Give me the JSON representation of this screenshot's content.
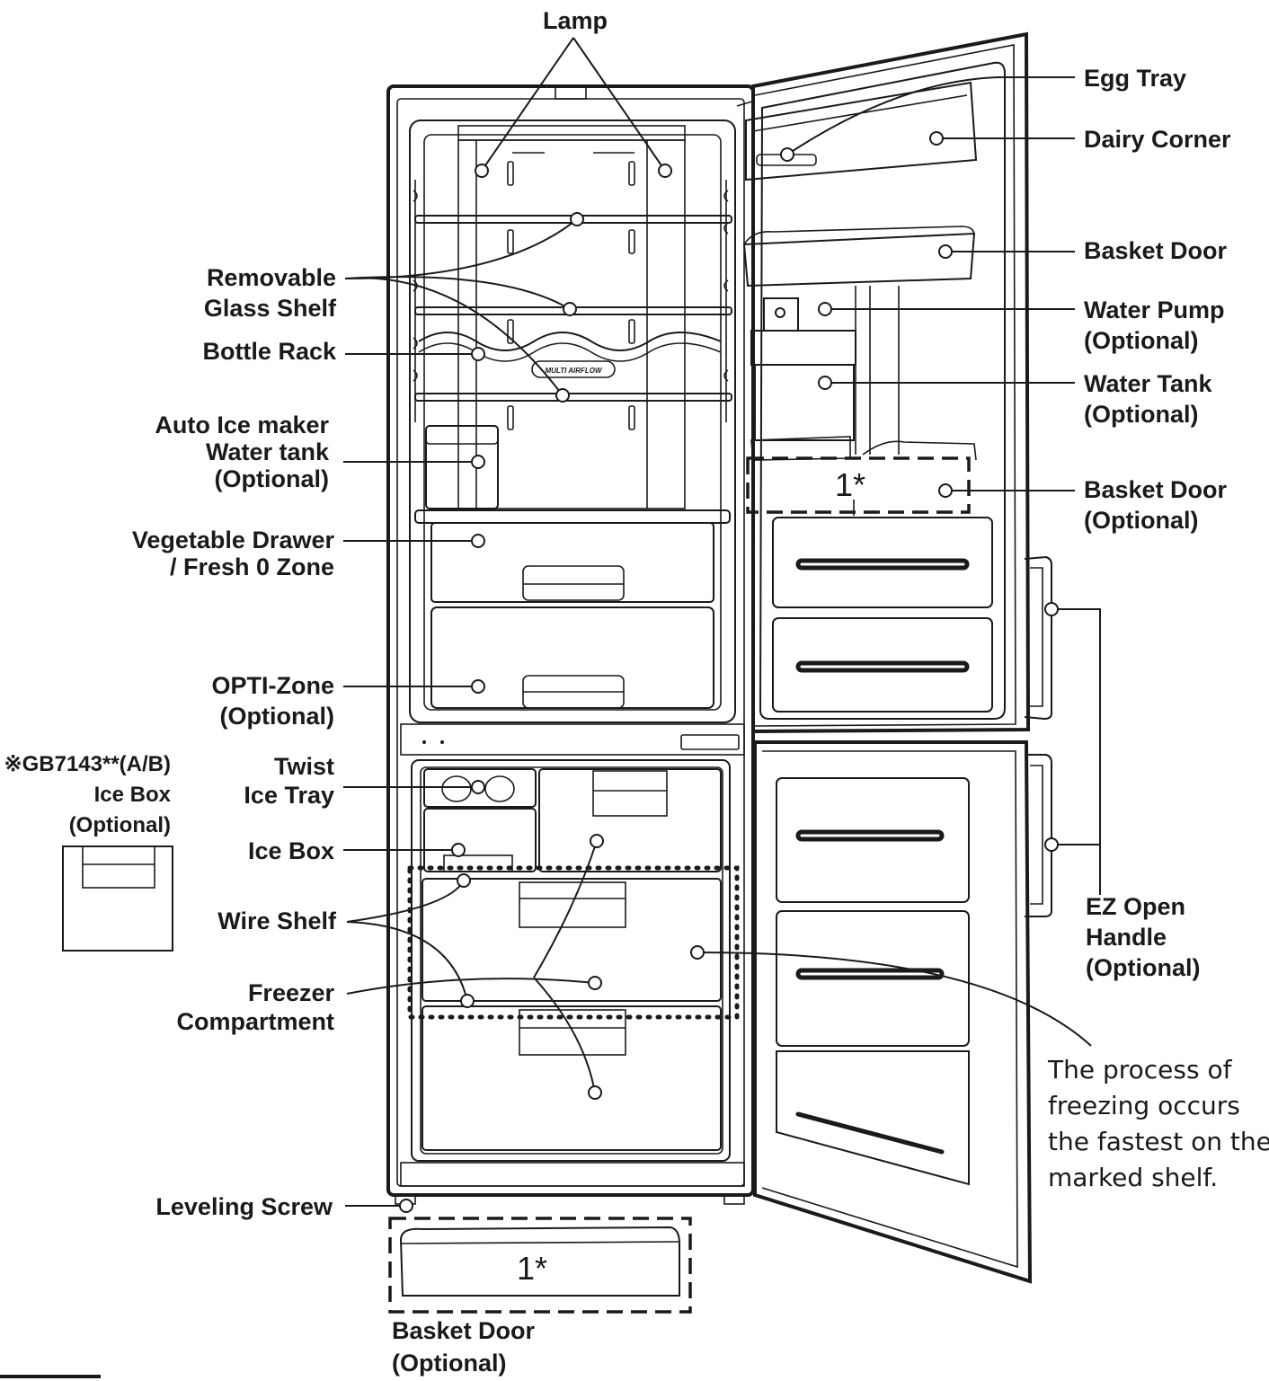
{
  "labels": {
    "lamp": "Lamp",
    "egg_tray": "Egg Tray",
    "dairy_corner": "Dairy Corner",
    "basket_door": "Basket Door",
    "water_pump": "Water Pump",
    "water_pump_opt": "(Optional)",
    "water_tank": "Water Tank",
    "water_tank_opt": "(Optional)",
    "basket_door_right": "Basket Door",
    "basket_door_right_opt": "(Optional)",
    "removable_glass_shelf_1": "Removable",
    "removable_glass_shelf_2": "Glass Shelf",
    "bottle_rack": "Bottle Rack",
    "auto_ice_1": "Auto Ice maker",
    "auto_ice_2": "Water tank",
    "auto_ice_3": "(Optional)",
    "vegetable_1": "Vegetable Drawer",
    "vegetable_2": "/ Fresh 0 Zone",
    "opti_1": "OPTI-Zone",
    "opti_2": "(Optional)",
    "twist_1": "Twist",
    "twist_2": "Ice Tray",
    "ice_box": "Ice Box",
    "wire_shelf": "Wire Shelf",
    "freezer_1": "Freezer",
    "freezer_2": "Compartment",
    "leveling_screw": "Leveling Screw",
    "basket_bottom_1": "Basket Door",
    "basket_bottom_2": "(Optional)",
    "ez_1": "EZ Open",
    "ez_2": "Handle",
    "ez_3": "(Optional)",
    "model_1": "※GB7143**(A/B)",
    "model_2": "Ice Box",
    "model_3": "(Optional)",
    "marker_top": "1*",
    "marker_bottom": "1*",
    "airflow_badge": "MULTI AIRFLOW"
  },
  "note": {
    "line1": "The process of",
    "line2": "freezing occurs",
    "line3": "the fastest on the",
    "line4": "marked shelf."
  }
}
